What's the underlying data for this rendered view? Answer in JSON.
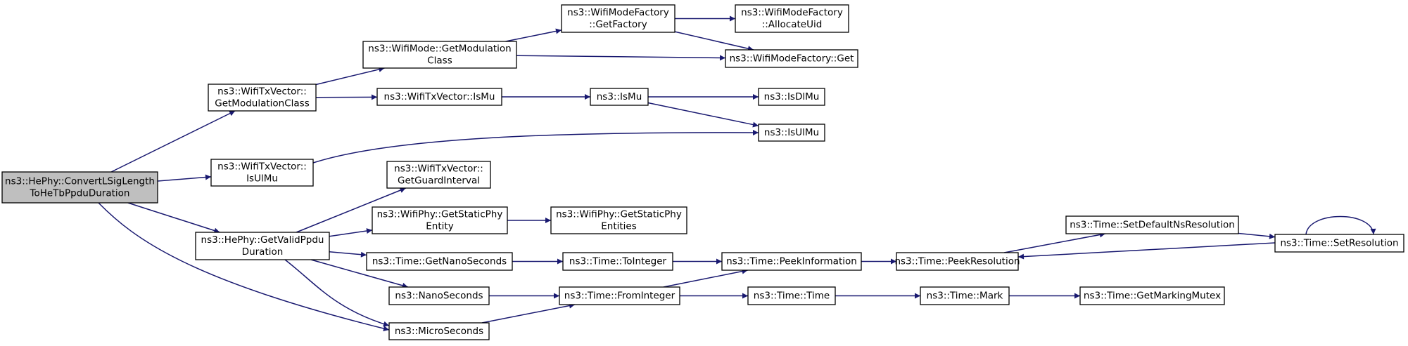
{
  "colors": {
    "edge": "#191970",
    "node_fill": "#ffffff",
    "root_fill": "#bfbfbf",
    "border": "#000000"
  },
  "nodes": [
    {
      "id": "root",
      "lines": [
        "ns3::HePhy::ConvertLSigLength",
        "ToHeTbPpduDuration"
      ]
    },
    {
      "id": "getModClassVec",
      "lines": [
        "ns3::WifiTxVector::",
        "GetModulationClass"
      ]
    },
    {
      "id": "isUlMuVec",
      "lines": [
        "ns3::WifiTxVector::",
        "IsUlMu"
      ]
    },
    {
      "id": "getValidPpdu",
      "lines": [
        "ns3::HePhy::GetValidPpdu",
        "Duration"
      ]
    },
    {
      "id": "microSeconds",
      "lines": [
        "ns3::MicroSeconds"
      ]
    },
    {
      "id": "getModClassMode",
      "lines": [
        "ns3::WifiMode::GetModulation",
        "Class"
      ]
    },
    {
      "id": "isMuVec",
      "lines": [
        "ns3::WifiTxVector::IsMu"
      ]
    },
    {
      "id": "getGuardInterval",
      "lines": [
        "ns3::WifiTxVector::",
        "GetGuardInterval"
      ]
    },
    {
      "id": "getStaticPhyEntity",
      "lines": [
        "ns3::WifiPhy::GetStaticPhy",
        "Entity"
      ]
    },
    {
      "id": "getNanoSeconds",
      "lines": [
        "ns3::Time::GetNanoSeconds"
      ]
    },
    {
      "id": "nanoSeconds",
      "lines": [
        "ns3::NanoSeconds"
      ]
    },
    {
      "id": "getFactory",
      "lines": [
        "ns3::WifiModeFactory",
        "::GetFactory"
      ]
    },
    {
      "id": "isMu",
      "lines": [
        "ns3::IsMu"
      ]
    },
    {
      "id": "getStaticPhyEntities",
      "lines": [
        "ns3::WifiPhy::GetStaticPhy",
        "Entities"
      ]
    },
    {
      "id": "toInteger",
      "lines": [
        "ns3::Time::ToInteger"
      ]
    },
    {
      "id": "fromInteger",
      "lines": [
        "ns3::Time::FromInteger"
      ]
    },
    {
      "id": "allocateUid",
      "lines": [
        "ns3::WifiModeFactory",
        "::AllocateUid"
      ]
    },
    {
      "id": "factoryGet",
      "lines": [
        "ns3::WifiModeFactory::Get"
      ]
    },
    {
      "id": "isDlMu",
      "lines": [
        "ns3::IsDlMu"
      ]
    },
    {
      "id": "isUlMu",
      "lines": [
        "ns3::IsUlMu"
      ]
    },
    {
      "id": "peekInformation",
      "lines": [
        "ns3::Time::PeekInformation"
      ]
    },
    {
      "id": "timeTime",
      "lines": [
        "ns3::Time::Time"
      ]
    },
    {
      "id": "peekResolution",
      "lines": [
        "ns3::Time::PeekResolution"
      ]
    },
    {
      "id": "mark",
      "lines": [
        "ns3::Time::Mark"
      ]
    },
    {
      "id": "setDefaultNsRes",
      "lines": [
        "ns3::Time::SetDefaultNsResolution"
      ]
    },
    {
      "id": "getMarkingMutex",
      "lines": [
        "ns3::Time::GetMarkingMutex"
      ]
    },
    {
      "id": "setResolution",
      "lines": [
        "ns3::Time::SetResolution"
      ]
    }
  ],
  "edges": [
    [
      "root",
      "getModClassVec"
    ],
    [
      "root",
      "isUlMuVec"
    ],
    [
      "root",
      "getValidPpdu"
    ],
    [
      "root",
      "microSeconds"
    ],
    [
      "getModClassVec",
      "getModClassMode"
    ],
    [
      "getModClassVec",
      "isMuVec"
    ],
    [
      "getModClassMode",
      "getFactory"
    ],
    [
      "getModClassMode",
      "factoryGet"
    ],
    [
      "getFactory",
      "allocateUid"
    ],
    [
      "getFactory",
      "factoryGet"
    ],
    [
      "isMuVec",
      "isMu"
    ],
    [
      "isMu",
      "isDlMu"
    ],
    [
      "isMu",
      "isUlMu"
    ],
    [
      "isUlMuVec",
      "isUlMu"
    ],
    [
      "getValidPpdu",
      "getGuardInterval"
    ],
    [
      "getValidPpdu",
      "getStaticPhyEntity"
    ],
    [
      "getValidPpdu",
      "getNanoSeconds"
    ],
    [
      "getValidPpdu",
      "nanoSeconds"
    ],
    [
      "getValidPpdu",
      "microSeconds"
    ],
    [
      "getStaticPhyEntity",
      "getStaticPhyEntities"
    ],
    [
      "getNanoSeconds",
      "toInteger"
    ],
    [
      "toInteger",
      "peekInformation"
    ],
    [
      "nanoSeconds",
      "fromInteger"
    ],
    [
      "microSeconds",
      "fromInteger"
    ],
    [
      "fromInteger",
      "peekInformation"
    ],
    [
      "fromInteger",
      "timeTime"
    ],
    [
      "peekInformation",
      "peekResolution"
    ],
    [
      "peekResolution",
      "setDefaultNsRes"
    ],
    [
      "setDefaultNsRes",
      "setResolution"
    ],
    [
      "setResolution",
      "peekResolution"
    ],
    [
      "setResolution",
      "setResolution"
    ],
    [
      "timeTime",
      "mark"
    ],
    [
      "mark",
      "getMarkingMutex"
    ]
  ]
}
